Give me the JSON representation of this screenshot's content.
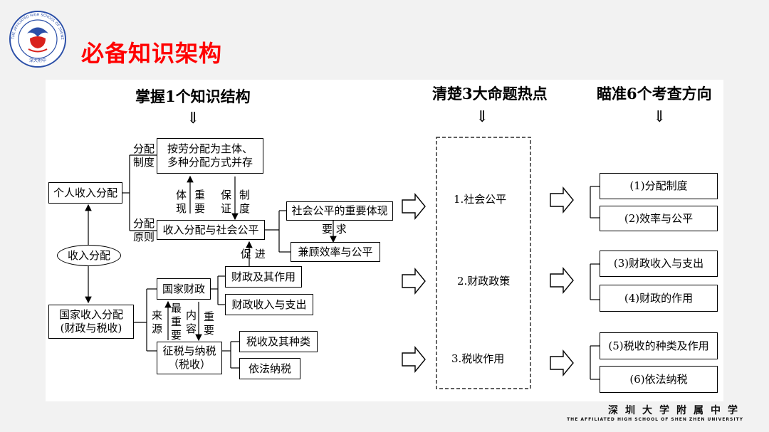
{
  "header": {
    "title": "必备知识架构",
    "logo_text": "THE AFFILIATED HIGH SCHOOL OF SHENZHEN UNIVERSITY",
    "logo_motto": "深大附中"
  },
  "columns": {
    "col1_heading": "掌握1个知识结构",
    "col2_heading": "清楚3大命题热点",
    "col3_heading": "瞄准6个考查方向",
    "down_arrow": "⇓"
  },
  "structure": {
    "personal_income": "个人收入分配",
    "income_distribution": "收入分配",
    "national_income": "国家收入分配\n(财政与税收)",
    "fenpei_zhidu": "分配\n制度",
    "labor_main": "按劳分配为主体、\n多种分配方式并存",
    "tixian": "体\n现",
    "zhongyao1": "重\n要",
    "baozheng": "保\n证",
    "zhidu": "制\n度",
    "fenpei_yuanze": "分配\n原则",
    "income_fairness": "收入分配与社会公平",
    "fairness_embody": "社会公平的重要体现",
    "yaoqiu": "要 求",
    "efficiency_fairness": "兼顾效率与公平",
    "cujin": "促 进",
    "state_finance": "国家财政",
    "finance_role": "财政及其作用",
    "finance_income_expense": "财政收入与支出",
    "laiyuan": "来\n源",
    "zuizhongyao": "最\n重\n要",
    "neirong": "内\n容",
    "zhongyao2": "重\n要",
    "tax_collection": "征税与纳税\n（税收）",
    "tax_types": "税收及其种类",
    "tax_by_law": "依法纳税"
  },
  "hotspots": [
    "1.社会公平",
    "2.财政政策",
    "3.税收作用"
  ],
  "directions": [
    "(1)分配制度",
    "(2)效率与公平",
    "(3)财政收入与支出",
    "(4)财政的作用",
    "(5)税收的种类及作用",
    "(6)依法纳税"
  ],
  "footer": {
    "school_cn": "深圳大学附属中学",
    "school_en": "THE AFFILIATED HIGH SCHOOL OF SHEN ZHEN UNIVERSITY"
  },
  "colors": {
    "title": "#ff0000",
    "logo_blue": "#2b4fa8",
    "logo_red": "#d9221c"
  }
}
